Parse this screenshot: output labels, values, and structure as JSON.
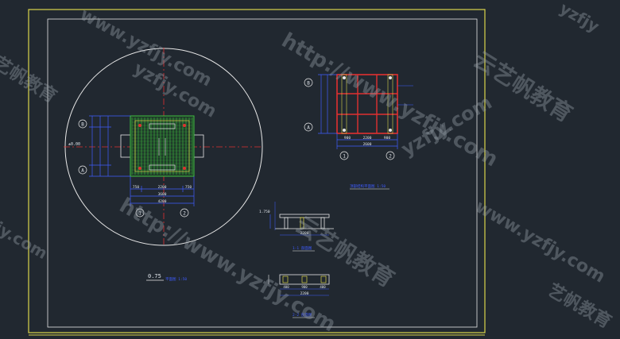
{
  "drawing": {
    "plan": {
      "grid_rows": [
        "B",
        "A"
      ],
      "grid_cols": [
        "1",
        "2"
      ],
      "dims_top": [
        "750",
        "2200",
        "750"
      ],
      "dims_total": "3600",
      "dims_total2": "4200",
      "level_mark": "±0.00"
    },
    "elevation": {
      "grid_rows": [
        "B",
        "A"
      ],
      "grid_cols": [
        "1",
        "2"
      ],
      "dims_bottom": [
        "900",
        "2200",
        "900"
      ],
      "dims_total": "2600",
      "caption": "顶部结构平面图 1:50"
    },
    "section1": {
      "caption": "1-1 剖面图",
      "level": "1.750",
      "dim": "2200"
    },
    "section2": {
      "caption": "2-2 剖面图",
      "dims": [
        "400",
        "900",
        "400"
      ],
      "dim_total": "2200"
    },
    "scale_label": "0.75",
    "scale_caption": "平面图 1:50"
  },
  "watermarks": {
    "url": "http://www.yzfjy.com",
    "url_short": "www.yzfjy.com",
    "url_tail": "yzfjy.com",
    "brand": "云艺帆教育",
    "brand_short": "艺帆教育",
    "edge_url": "yzfjy",
    "edge_url2": "fjy.com",
    "edge_brand": "艺帆教育"
  },
  "colors": {
    "background": "#212830",
    "frame": "#d9d44a",
    "circle": "#e8e8e8",
    "axis": "#e03030",
    "dim": "#3f5cff",
    "hatch": "#3fbf3f",
    "text": "#dfe4ea"
  }
}
